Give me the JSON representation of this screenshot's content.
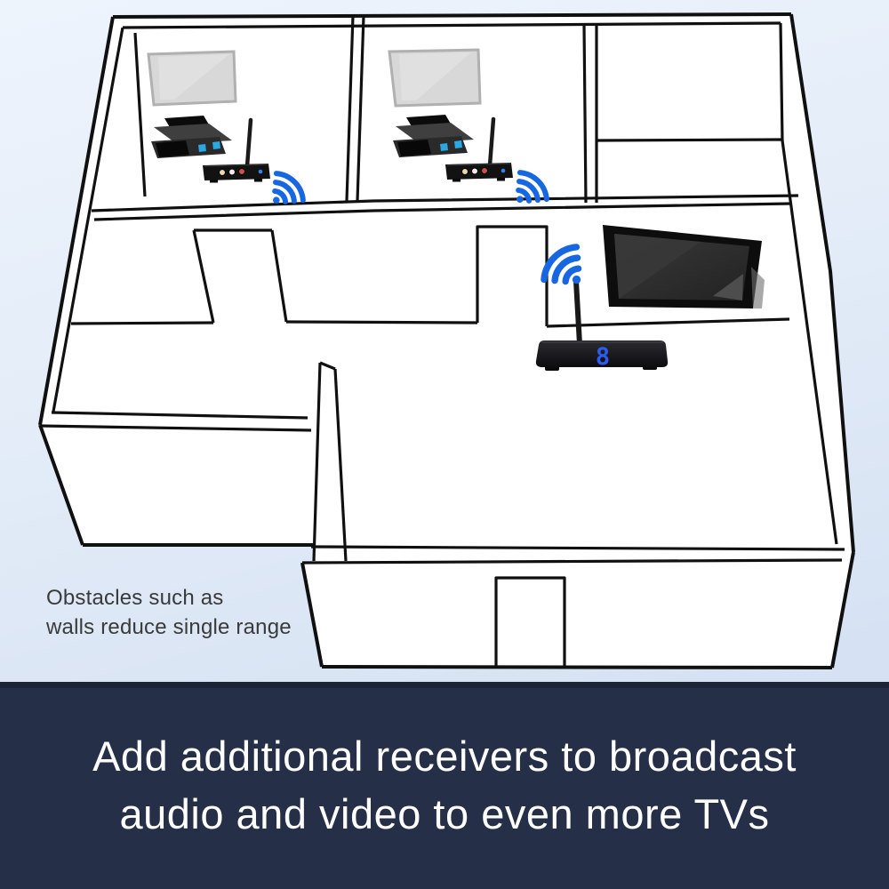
{
  "note": {
    "line1": "Obstacles such as",
    "line2": "walls reduce single range"
  },
  "banner": {
    "line1": "Add additional receivers to broadcast",
    "line2": "audio and video to even more TVs"
  },
  "transmitter": {
    "display_value": "8"
  },
  "scene": {
    "rooms": [
      {
        "id": "room-1",
        "items": [
          "tv-screen",
          "media-console",
          "wireless-receiver",
          "wifi-signal"
        ]
      },
      {
        "id": "room-2",
        "items": [
          "tv-screen",
          "media-console",
          "wireless-receiver",
          "wifi-signal"
        ]
      },
      {
        "id": "room-3-empty",
        "items": []
      },
      {
        "id": "living-area",
        "items": [
          "wall-mounted-tv",
          "wireless-transmitter",
          "wifi-signal"
        ]
      }
    ]
  },
  "colors": {
    "wifi_signal_blue": "#1767e2",
    "device_led_blue": "#29a8e2",
    "rca_jack_colors": [
      "#ead9a6",
      "#f0e9e9",
      "#cc5050"
    ],
    "banner_background": "#253048",
    "note_text": "#3a3a3a",
    "wall_line": "#101010",
    "room_tv_gray": "#d8d8d8"
  },
  "icons": {
    "wifi_signal": "wifi-signal-icon (dot + three arcs)",
    "antenna": "antenna-icon (rod)"
  }
}
